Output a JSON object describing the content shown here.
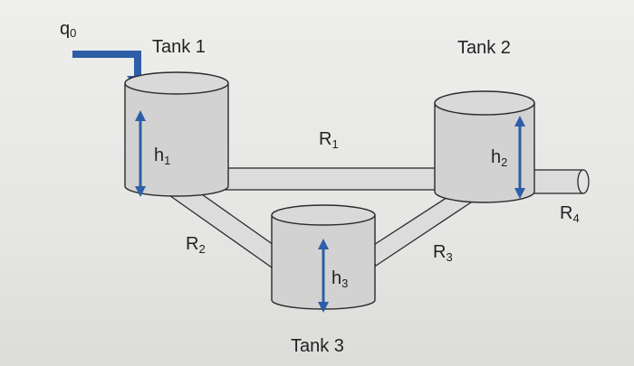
{
  "inflow": {
    "label": "q",
    "sub": "0"
  },
  "tanks": [
    {
      "id": "tank1",
      "label": "Tank 1",
      "level_symbol": "h",
      "level_sub": "1"
    },
    {
      "id": "tank2",
      "label": "Tank 2",
      "level_symbol": "h",
      "level_sub": "2"
    },
    {
      "id": "tank3",
      "label": "Tank 3",
      "level_symbol": "h",
      "level_sub": "3"
    }
  ],
  "resistances": [
    {
      "id": "R1",
      "symbol": "R",
      "sub": "1"
    },
    {
      "id": "R2",
      "symbol": "R",
      "sub": "2"
    },
    {
      "id": "R3",
      "symbol": "R",
      "sub": "3"
    },
    {
      "id": "R4",
      "symbol": "R",
      "sub": "4"
    }
  ],
  "colors": {
    "arrow": "#2d5ea7",
    "tank_fill": "#d2d2d2",
    "outline": "#2b2b2b"
  }
}
